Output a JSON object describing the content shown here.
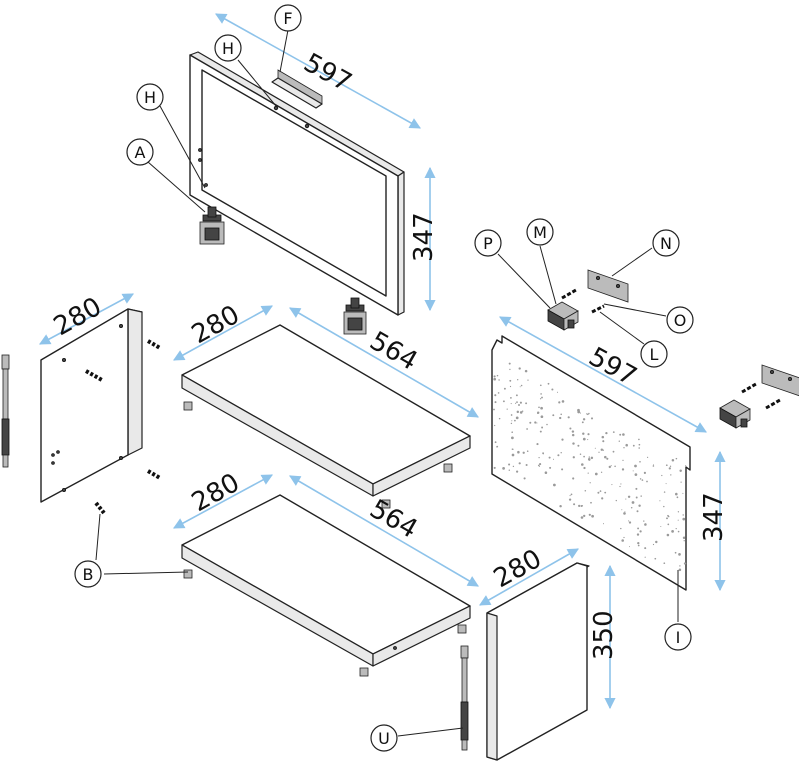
{
  "callouts": {
    "F": "F",
    "H1": "H",
    "H2": "H",
    "A": "A",
    "B": "B",
    "P": "P",
    "M": "M",
    "N": "N",
    "O": "O",
    "L": "L",
    "I": "I",
    "U": "U"
  },
  "dimensions": {
    "frame_width": "597",
    "frame_height": "347",
    "side_left_depth": "280",
    "shelf_top_depth": "280",
    "shelf_top_width": "564",
    "shelf_bottom_depth": "280",
    "shelf_bottom_width": "564",
    "back_width": "597",
    "back_height": "347",
    "door_depth": "280",
    "door_height": "350"
  },
  "colors": {
    "dimension_arrow": "#8ec3ea",
    "line": "#222222"
  }
}
